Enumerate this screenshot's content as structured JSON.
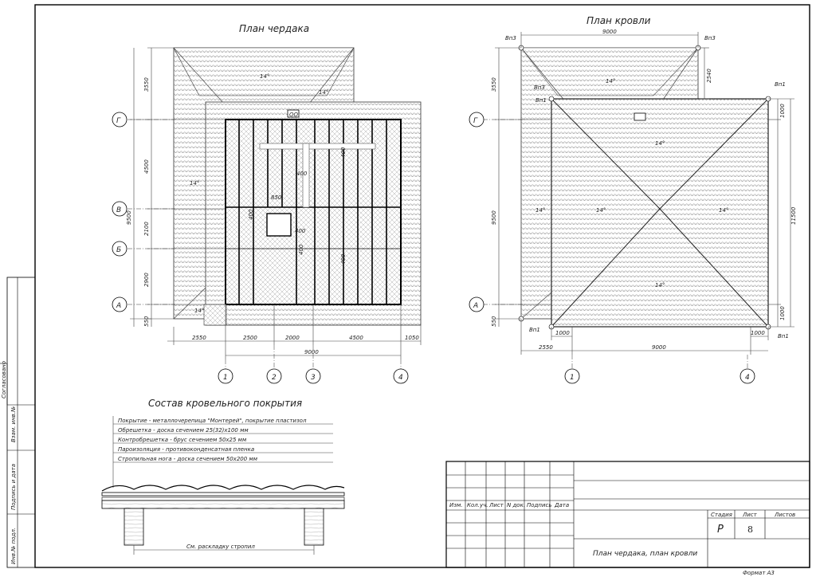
{
  "attic_plan": {
    "title": "План чердака",
    "dims_left": [
      "3550",
      "4500",
      "9500",
      "2100",
      "2900",
      "550"
    ],
    "dims_bottom": [
      "2550",
      "2500",
      "2000",
      "4500",
      "1050"
    ],
    "dim_total": "9000",
    "inner_dims": [
      "400",
      "400",
      "850",
      "400",
      "400",
      "400",
      "400"
    ],
    "slopes": [
      "14°",
      "14°",
      "14°",
      "14°"
    ],
    "axes_letters": [
      "Г",
      "В",
      "Б",
      "А"
    ],
    "axes_numbers": [
      "1",
      "2",
      "3",
      "4"
    ]
  },
  "roof_plan": {
    "title": "План кровли",
    "dim_top": "9000",
    "dims_left": [
      "3550",
      "9500",
      "550"
    ],
    "dims_right_inner": [
      "2540",
      "1000",
      "1000"
    ],
    "dim_right_total": "11500",
    "dims_bottom": [
      "1000",
      "1000",
      "2550",
      "9000"
    ],
    "vents": [
      "Вп3",
      "Вп3",
      "Вп1",
      "Вп3",
      "Вп1",
      "Вп1",
      "Вп1"
    ],
    "slopes": [
      "14°",
      "14°",
      "14°",
      "14°",
      "14°",
      "14°"
    ],
    "axes_letters": [
      "Г",
      "А"
    ],
    "axes_numbers": [
      "1",
      "4"
    ]
  },
  "roof_composition": {
    "title": "Состав кровельного покрытия",
    "layers": [
      "Покрытие - металлочерепица \"Монтерей\", покрытие пластизол",
      "Обрешетка - доска сечением 25(32)х100 мм",
      "Контробрешетка - брус сечением 50х25 мм",
      "Пароизоляция - противоконденсатная пленка",
      "Стропильная нога - доска сечением 50х200 мм"
    ],
    "note": "См. раскладку стропил"
  },
  "side_stamp": [
    "Согласовано",
    "Взам. инв.№",
    "Подпись и дата",
    "Инв.№ подл."
  ],
  "title_block": {
    "col_headers": [
      "Изм.",
      "Кол.уч.",
      "Лист",
      "N док.",
      "Подпись",
      "Дата"
    ],
    "stage_header": "Стадия",
    "sheet_header": "Лист",
    "sheets_header": "Листов",
    "stage": "Р",
    "sheet": "8",
    "sheet_title": "План чердака, план кровли",
    "format": "Формат А3"
  }
}
